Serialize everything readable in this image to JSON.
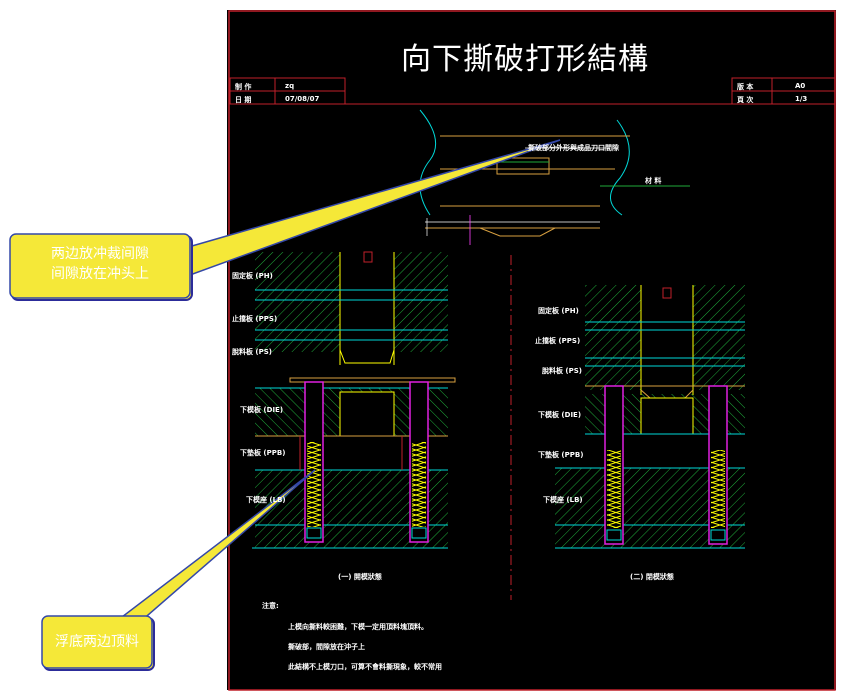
{
  "title": "向下撕破打形結構",
  "title_block": {
    "left": [
      {
        "label": "制 作",
        "value": "zq"
      },
      {
        "label": "日 期",
        "value": "07/08/07"
      }
    ],
    "right": [
      {
        "label": "版 本",
        "value": "A0"
      },
      {
        "label": "頁 次",
        "value": "1/3"
      }
    ]
  },
  "top_view": {
    "note": "撕破部分外形與成品刀口間隙",
    "material_label": "材 料"
  },
  "left_section": {
    "labels": [
      "固定板 (PH)",
      "止擋板 (PPS)",
      "脫料板 (PS)",
      "下模板 (DIE)",
      "下墊板 (PPB)",
      "下模座 (LB)"
    ],
    "caption": "(一) 開模狀態"
  },
  "right_section": {
    "labels": [
      "固定板 (PH)",
      "止擋板 (PPS)",
      "脫料板 (PS)",
      "下模板 (DIE)",
      "下墊板 (PPB)",
      "下模座 (LB)"
    ],
    "caption": "(二) 閉模狀態"
  },
  "notes": {
    "heading": "注意:",
    "lines": [
      "上模向撕料較困難，下模一定用頂料塊頂料。",
      "撕破部，間隙放在沖子上",
      "此結構不上模刀口，可算不會料撕現象，較不常用"
    ]
  },
  "callouts": [
    {
      "text_lines": [
        "两边放冲裁间隙",
        "间隙放在冲头上"
      ]
    },
    {
      "text_lines": [
        "浮底两边顶料"
      ]
    }
  ],
  "colors": {
    "cad_background": "#000000",
    "border_red": "#c0202a",
    "hatch_green": "#1faa3a",
    "cyan": "#00d8d8",
    "magenta": "#e020e0",
    "yellow": "#ffff00",
    "orange": "#d8a040",
    "callout_fill": "#f5e838",
    "callout_border": "#2c2c9a",
    "callout_line": "#3448a8"
  }
}
